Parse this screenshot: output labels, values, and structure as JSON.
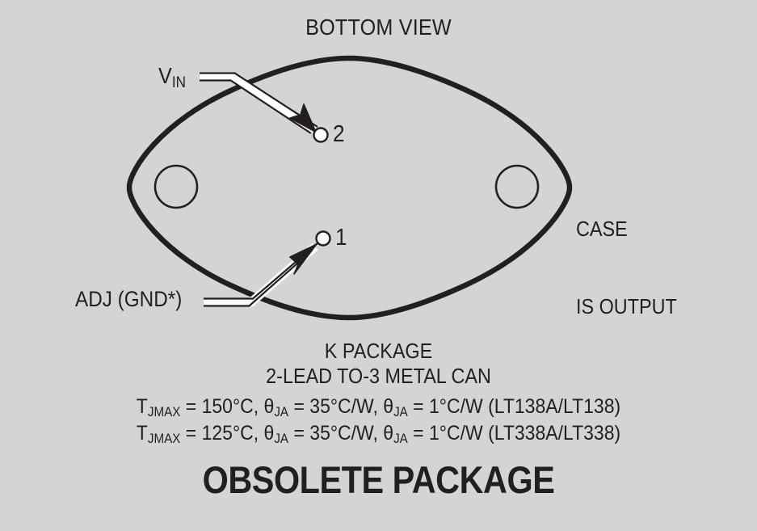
{
  "background_color": "#d2d4d5",
  "ink_color": "#231f20",
  "diagram": {
    "title": "BOTTOM VIEW",
    "case_note": {
      "line1": "CASE",
      "line2": "IS OUTPUT"
    },
    "pins": [
      {
        "number": "2",
        "label": "V",
        "label_subscript": "IN"
      },
      {
        "number": "1",
        "label": "ADJ (GND*)",
        "label_subscript": ""
      }
    ],
    "package_name": "K PACKAGE",
    "package_description": "2-LEAD TO-3 METAL CAN",
    "specs": [
      {
        "tjmax_symbol": "T",
        "tjmax_subscript": "JMAX",
        "tjmax_value": " = 150°C, ",
        "theta1_symbol": "θ",
        "theta1_subscript": "JA",
        "theta1_value": " = 35°C/W, ",
        "theta2_symbol": "θ",
        "theta2_subscript": "JA",
        "theta2_value": " = 1°C/W (LT138A/LT138)"
      },
      {
        "tjmax_symbol": "T",
        "tjmax_subscript": "JMAX",
        "tjmax_value": " = 125°C, ",
        "theta1_symbol": "θ",
        "theta1_subscript": "JA",
        "theta1_value": " = 35°C/W, ",
        "theta2_symbol": "θ",
        "theta2_subscript": "JA",
        "theta2_value": " = 1°C/W (LT338A/LT338)"
      }
    ],
    "status_banner": "OBSOLETE PACKAGE"
  }
}
